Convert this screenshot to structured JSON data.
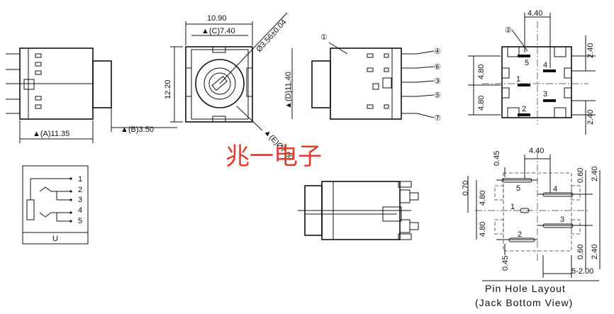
{
  "watermark": "兆一电子",
  "side_view": {
    "dim_a": "▲(A)11.35",
    "dim_b": "▲(B)3.50"
  },
  "front_view": {
    "dim_width": "10.90",
    "dim_c": "▲(C)7.40",
    "dim_hole": "Ø3.56±0.04",
    "dim_height": "12.20",
    "dim_e": "▲(E)Ø7.00"
  },
  "top_view": {
    "callout_1": "①",
    "dim_d": "▲(D)11.40",
    "pin_callouts": [
      "④",
      "⑥",
      "③",
      "⑤",
      "⑦"
    ]
  },
  "schematic": {
    "pins": [
      "1",
      "2",
      "3",
      "4",
      "5"
    ],
    "label": "U"
  },
  "bottom_view": {
    "callout_2": "②",
    "dim_top": "4.40",
    "dim_right_top": "2.40",
    "dim_right_bottom": "2.40",
    "dim_left_top": "4.80",
    "dim_left_bottom": "4.80",
    "pins": [
      "5",
      "4",
      "1",
      "3",
      "2"
    ]
  },
  "pin_hole_layout": {
    "dim_top": "4.40",
    "dim_045_top": "0.45",
    "dim_070": "0.70",
    "dim_480_top": "4.80",
    "dim_480_bottom": "4.80",
    "dim_045_bottom": "0.45",
    "dim_060_top": "0.60",
    "dim_240_top": "2.40",
    "dim_060_bottom": "0.60",
    "dim_240_bottom": "2.40",
    "dim_pitch": "5-2.00",
    "pins": [
      "5",
      "4",
      "1",
      "3",
      "2"
    ],
    "title_line1": "Pin Hole Layout",
    "title_line2": "(Jack Bottom View)"
  }
}
